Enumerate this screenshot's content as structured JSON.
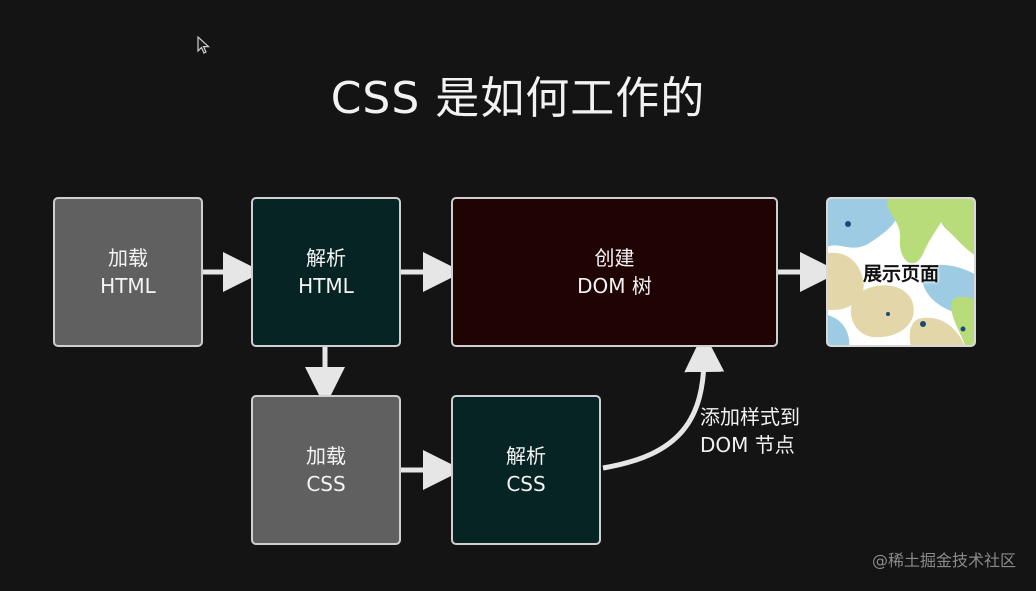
{
  "title": "CSS 是如何工作的",
  "boxes": {
    "load_html": {
      "line1": "加载",
      "line2": "HTML"
    },
    "parse_html": {
      "line1": "解析",
      "line2": "HTML"
    },
    "create_dom": {
      "line1": "创建",
      "line2": "DOM 树"
    },
    "display": {
      "label": "展示页面"
    },
    "load_css": {
      "line1": "加载",
      "line2": "CSS"
    },
    "parse_css": {
      "line1": "解析",
      "line2": "CSS"
    }
  },
  "annotation": {
    "line1": "添加样式到",
    "line2": "DOM 节点"
  },
  "watermark": "@稀土掘金技术社区",
  "colors": {
    "background": "#141414",
    "gray_box": "#606060",
    "teal_box": "#072424",
    "maroon_box": "#200303",
    "arrow": "#e6e6e6"
  }
}
